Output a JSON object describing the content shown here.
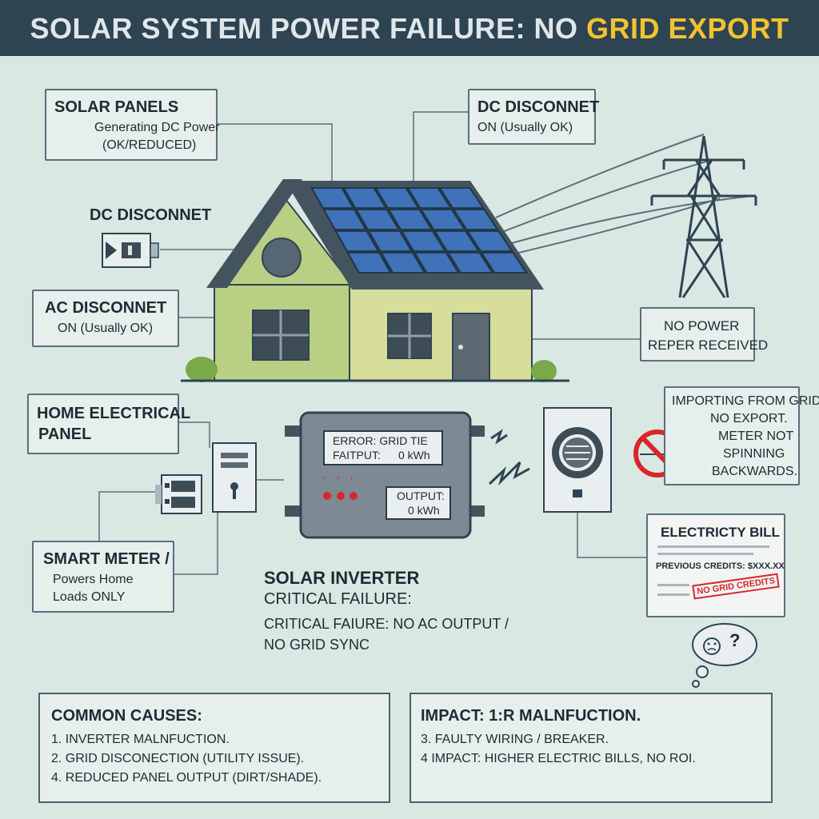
{
  "title": {
    "main": "SOLAR SYSTEM POWER FAILURE: NO ",
    "highlight": "GRID EXPORT"
  },
  "colors": {
    "banner": "#2f4452",
    "highlight": "#f2c230",
    "background": "#d9e8e3",
    "error_red": "#d8262c",
    "panel_blue": "#3f72b8",
    "house_green": "#b9cf84"
  },
  "callouts": {
    "solar_panels": {
      "title": "SOLAR PANELS",
      "line1": "Generating DC Power",
      "line2": "(OK/REDUCED)"
    },
    "dc_disconnect_top": {
      "title": "DC DISCONNET",
      "line1": "ON (Usually OK)"
    },
    "dc_disconnect_left": {
      "title": "DC DISCONNET"
    },
    "ac_disconnect": {
      "title": "AC DISCONNET",
      "line1": "ON (Usually OK)"
    },
    "no_power": {
      "line1": "NO POWER",
      "line2": "REPER RECEIVED"
    },
    "home_panel": {
      "line1": "HOME ELECTRICAL",
      "line2": "PANEL"
    },
    "importing": {
      "line1": "IMPORTING FROM GRID",
      "line2": "NO EXPORT.",
      "line3": "METER NOT",
      "line4": "SPINNING",
      "line5": "BACKWARDS."
    },
    "smart_meter": {
      "title": "SMART METER /",
      "line1": "Powers Home",
      "line2": "Loads ONLY"
    }
  },
  "inverter": {
    "error_line1": "ERROR: GRID TIE",
    "error_line2a": "FAITPUT:",
    "error_line2b": "0 kWh",
    "output_line1": "OUTPUT:",
    "output_line2": "0 kWh",
    "label_title": "SOLAR INVERTER",
    "label_line1": "CRITICAL FAILURE:",
    "label_line2": "CRITICAL FAIURE: NO AC OUTPUT /",
    "label_line3": "NO GRID SYNC"
  },
  "bill": {
    "title": "ELECTRICTY BILL",
    "credits": "PREVIOUS CREDITS: $XXX.XX",
    "stamp": "NO GRID CREDITS",
    "thought": "?"
  },
  "causes": {
    "title": "COMMON CAUSES:",
    "items": [
      "1. INVERTER MALNFUCTION.",
      "2. GRID DISCONECTION (UTILITY ISSUE).",
      "4. REDUCED PANEL OUTPUT (DIRT/SHADE)."
    ]
  },
  "impact": {
    "title": "IMPACT: 1:R MALNFUCTION.",
    "items": [
      "3. FAULTY WIRING / BREAKER.",
      "4 IMPACT: HIGHER ELECTRIC BILLS, NO ROI."
    ]
  },
  "icons": [
    "sun-error-icon",
    "dc-disconnect-switch-icon",
    "transmission-tower-icon",
    "no-export-icon",
    "smart-meter-icon",
    "warning-bolt-icon",
    "confused-face-icon"
  ]
}
